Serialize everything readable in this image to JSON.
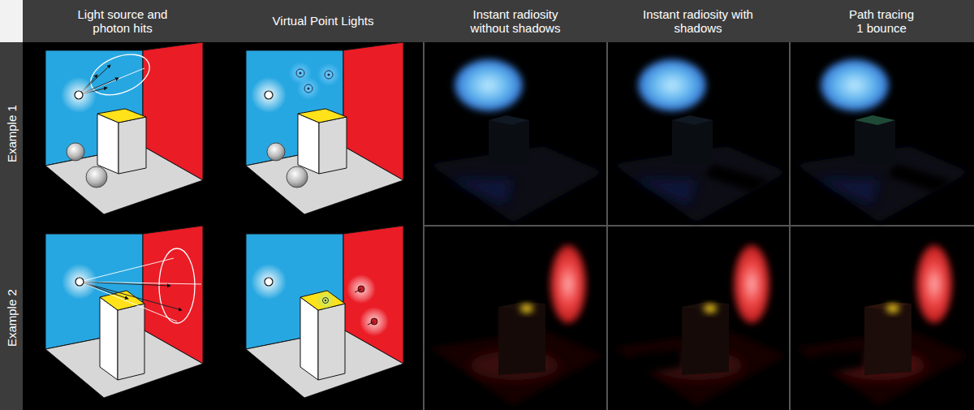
{
  "diagram": {
    "labels": [
      "Light source and photon hits",
      "Virtual Point Lights",
      "Instant radiosity without shadows",
      "Instant radiosity with shadows",
      "Path tracing 1 bounce",
      "Example 1",
      "Example 2"
    ]
  }
}
